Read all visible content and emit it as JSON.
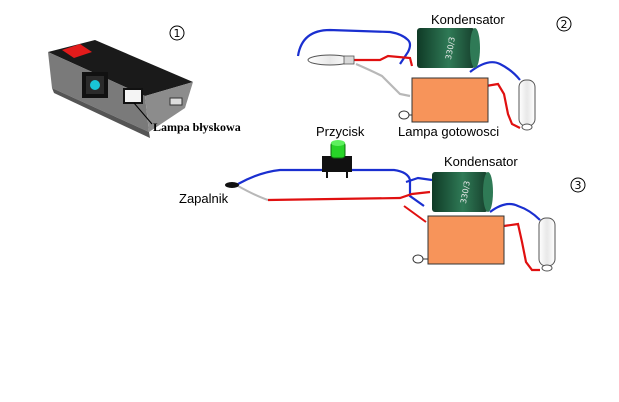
{
  "labels": {
    "flash_lamp": "Lampa błyskowa",
    "capacitor_top": "Kondensator",
    "ready_lamp": "Lampa gotowosci",
    "button": "Przycisk",
    "capacitor_bottom": "Kondensator",
    "igniter": "Zapalnik"
  },
  "steps": {
    "one": "1",
    "two": "2",
    "three": "3"
  },
  "capacitor_marking": "330/3",
  "colors": {
    "wire_blue": "#1a2fd0",
    "wire_red": "#e01010",
    "wire_gray": "#b8b8b8",
    "board_orange": "#f7945a",
    "capacitor_green": "#1f5a3e",
    "button_green": "#27d327",
    "camera_red": "#e21b1b",
    "lens_cyan": "#19c4d6"
  }
}
